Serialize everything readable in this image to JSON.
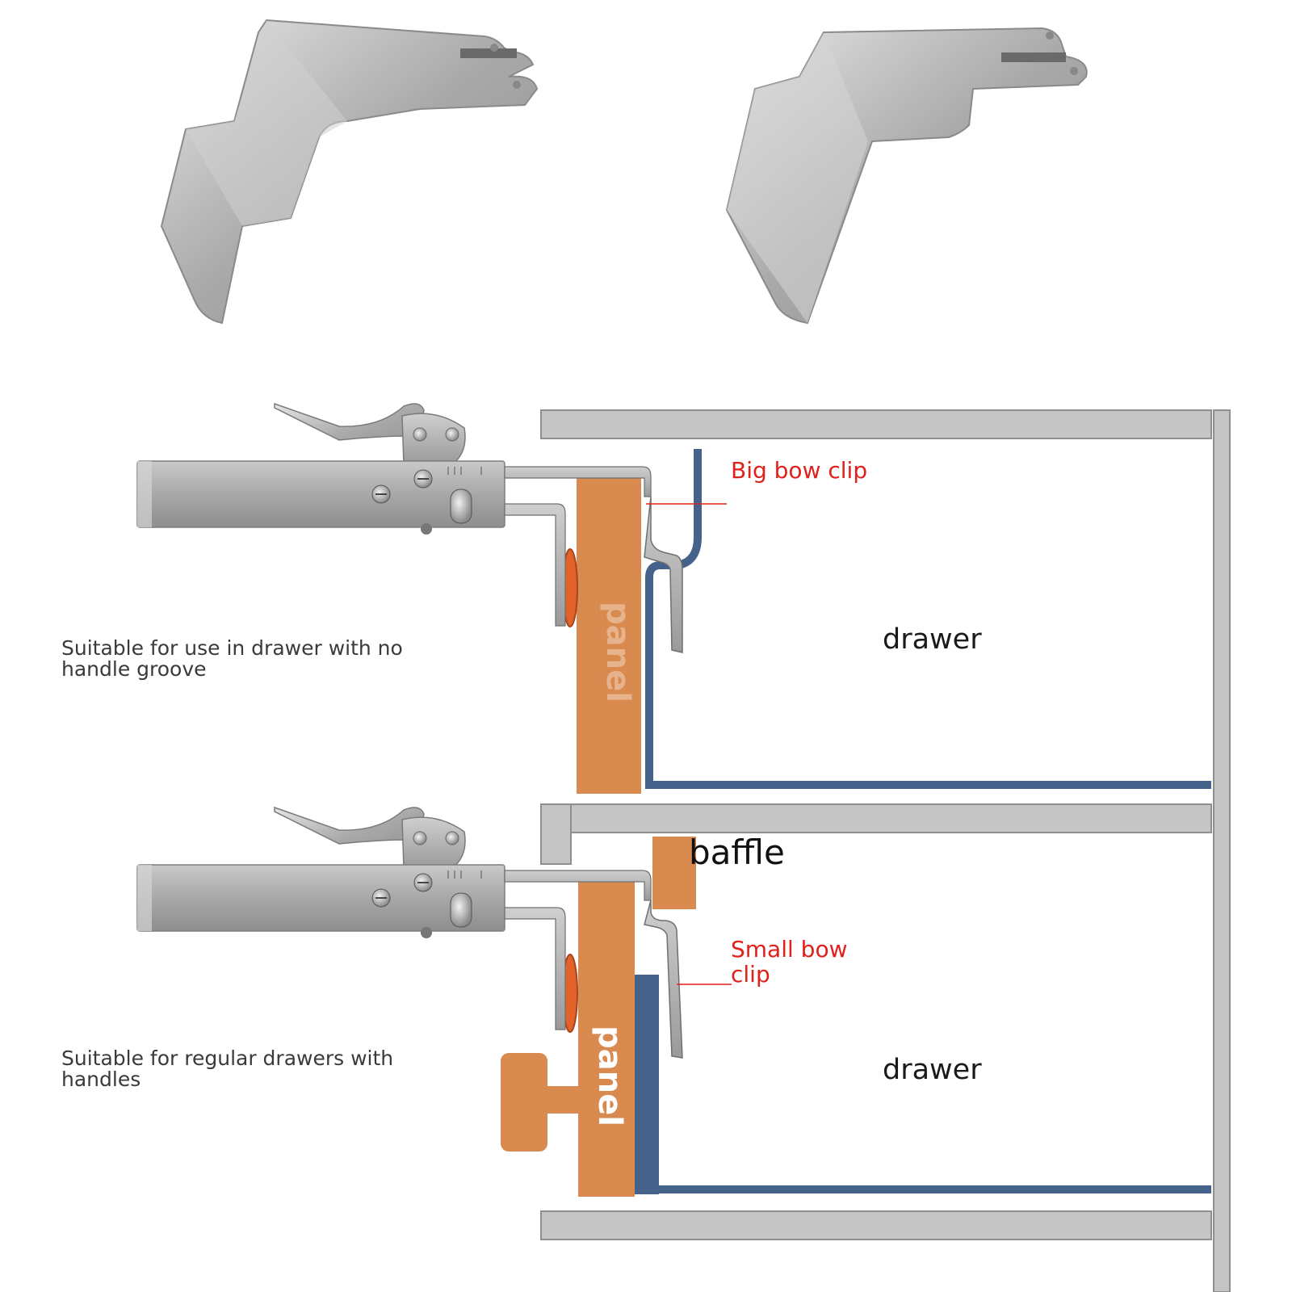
{
  "colors": {
    "panel": "#d98a4e",
    "drawer_wall": "#45628a",
    "cabinet": "#c5c5c5",
    "cabinet_edge": "#8f8f8f",
    "steel": "#b3b3b3",
    "callout": "#e0201a"
  },
  "labels": {
    "big_bow_clip": "Big bow clip",
    "small_bow_clip_1": "Small bow",
    "small_bow_clip_2": "clip",
    "baffle": "baffle",
    "panel": "panel"
  },
  "scenarios": [
    {
      "desc_line1": "Suitable for use in drawer with no",
      "desc_line2": "handle groove",
      "drawer": "drawer"
    },
    {
      "desc_line1": "Suitable for regular drawers with",
      "desc_line2": "handles",
      "drawer": "drawer"
    }
  ],
  "icons": {
    "product_a": "bow-clip-bracket-icon",
    "product_b": "bow-clip-bracket-icon",
    "tool": "drawer-front-positioning-tool-icon"
  }
}
